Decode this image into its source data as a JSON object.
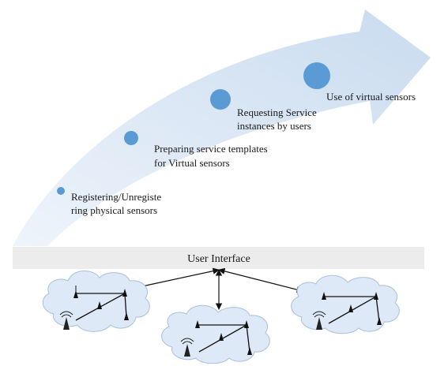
{
  "stages": [
    {
      "lines": [
        "Registering/Unregiste",
        "ring physical sensors"
      ]
    },
    {
      "lines": [
        "Preparing service templates",
        "for Virtual sensors"
      ]
    },
    {
      "lines": [
        "Requesting Service",
        "instances by users"
      ]
    },
    {
      "lines": [
        "Use of virtual sensors"
      ]
    }
  ],
  "user_interface": {
    "label": "User Interface"
  },
  "networks": [
    {
      "name": "sensor-cloud-left"
    },
    {
      "name": "sensor-cloud-center"
    },
    {
      "name": "sensor-cloud-right"
    }
  ],
  "colors": {
    "arrow_fill": "#d6e4f3",
    "stage_dot": "#5b9bd5",
    "ui_bar": "#ececec",
    "cloud_fill": "#dde9f6",
    "cloud_stroke": "#a9c0db"
  }
}
